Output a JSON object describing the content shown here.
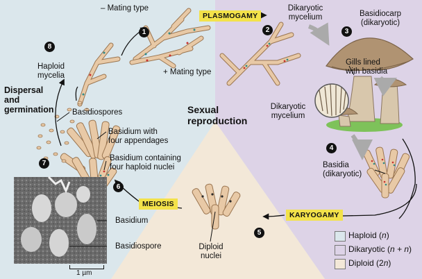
{
  "colors": {
    "haploid": "#dbe7ec",
    "dikaryotic": "#ddd3e7",
    "diploid": "#f3e8d8",
    "step_label": "#f3e24a",
    "hypha_fill": "#e8c9a6",
    "hypha_stroke": "#9a7550",
    "nucleus_red": "#c8312f",
    "nucleus_teal": "#2e8a8a"
  },
  "steps": [
    "1",
    "2",
    "3",
    "4",
    "5",
    "6",
    "7",
    "8"
  ],
  "stages": {
    "plasmogamy": "PLASMOGAMY",
    "karyogamy": "KARYOGAMY",
    "meiosis": "MEIOSIS"
  },
  "labels": {
    "minus_mating": "– Mating type",
    "plus_mating": "+ Mating type",
    "dikaryotic_mycelium_top_1": "Dikaryotic",
    "dikaryotic_mycelium_top_2": "mycelium",
    "basidiocarp_1": "Basidiocarp",
    "basidiocarp_2": "(dikaryotic)",
    "gills_1": "Gills lined",
    "gills_2": "with basidia",
    "dikaryotic_mycelium_mid_1": "Dikaryotic",
    "dikaryotic_mycelium_mid_2": "mycelium",
    "basidia_1": "Basidia",
    "basidia_2": "(dikaryotic)",
    "sexual_1": "Sexual",
    "sexual_2": "reproduction",
    "haploid_mycelia_1": "Haploid",
    "haploid_mycelia_2": "mycelia",
    "dispersal_1": "Dispersal",
    "dispersal_2": "and",
    "dispersal_3": "germination",
    "basidiospores": "Basidiospores",
    "basidium_four_app_1": "Basidium with",
    "basidium_four_app_2": "four appendages",
    "basidium_nuclei_1": "Basidium containing",
    "basidium_nuclei_2": "four haploid nuclei",
    "basidium": "Basidium",
    "basidiospore": "Basidiospore",
    "diploid_nuclei_1": "Diploid",
    "diploid_nuclei_2": "nuclei",
    "scale": "1 µm"
  },
  "legend": [
    {
      "prefix": "Haploid (",
      "italic": "n",
      "suffix": ")"
    },
    {
      "prefix": "Dikaryotic (",
      "italic": "n + n",
      "suffix": ")"
    },
    {
      "prefix": "Diploid (2",
      "italic": "n",
      "suffix": ")"
    }
  ]
}
